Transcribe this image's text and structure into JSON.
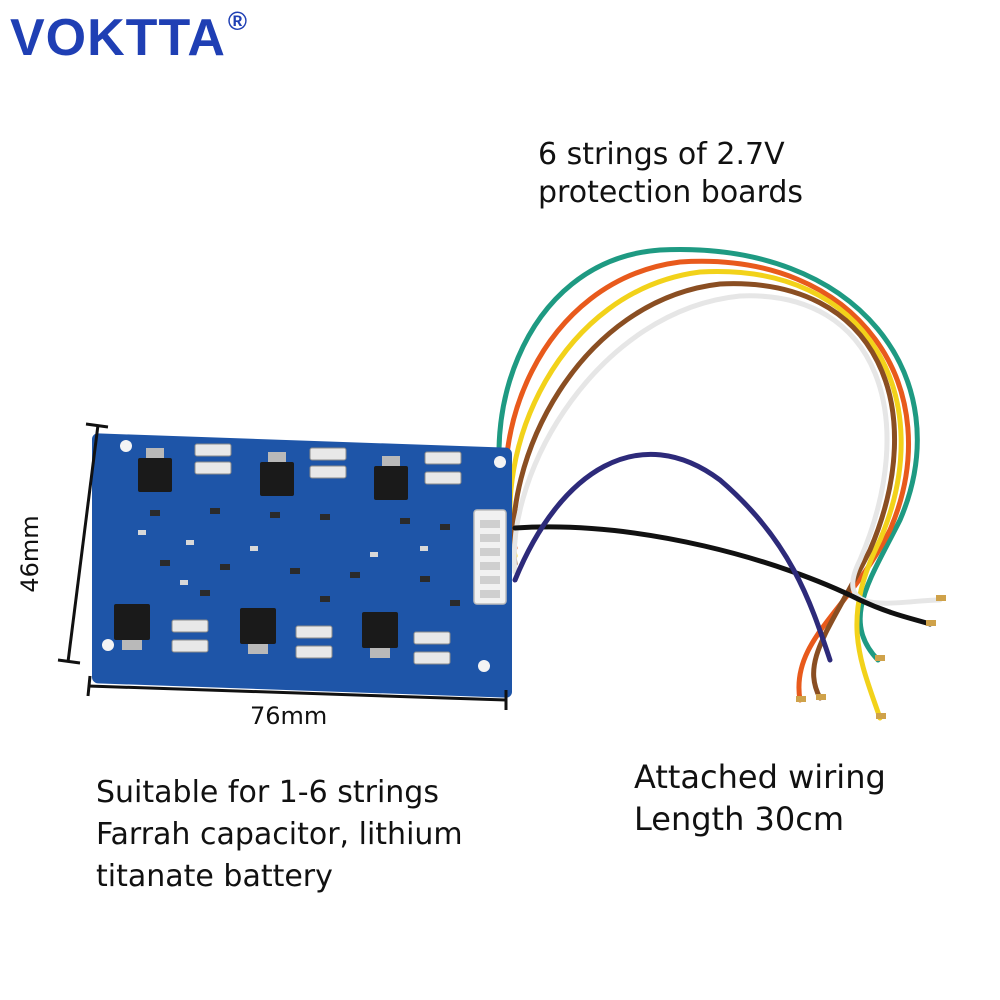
{
  "brand": {
    "name": "VOKTTA",
    "mark": "®"
  },
  "title": {
    "line1": "6 strings of 2.7V",
    "line2": "protection boards"
  },
  "dimensions": {
    "width": "76mm",
    "height": "46mm"
  },
  "suitable": {
    "line1": "Suitable for 1-6 strings",
    "line2": "Farrah capacitor, lithium",
    "line3": "titanate battery"
  },
  "wiring": {
    "line1": "Attached wiring",
    "line2": "Length 30cm"
  },
  "colors": {
    "brand_blue": "#1f3fb4",
    "pcb_blue": "#1e55a8",
    "wires": [
      "#e85a1c",
      "#8a4e22",
      "#f2d21a",
      "#2d2a7a",
      "#1e9a82",
      "#ffffff",
      "#111111"
    ]
  }
}
